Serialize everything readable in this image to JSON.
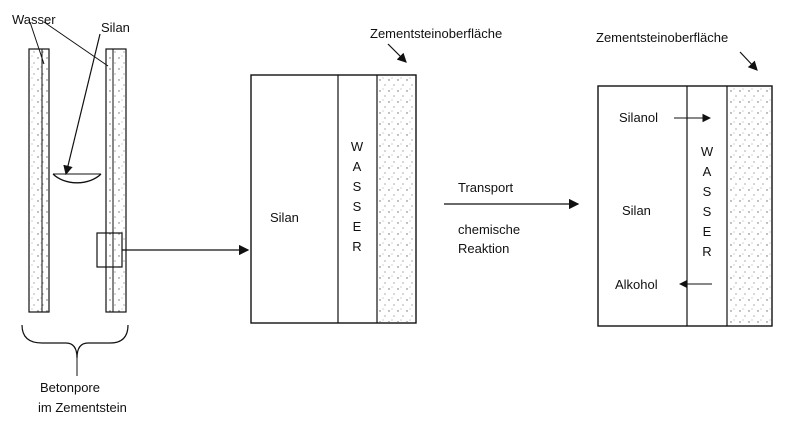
{
  "labels": {
    "wasser": "Wasser",
    "silan_top": "Silan",
    "zement_mid": "Zementsteinoberfläche",
    "zement_right": "Zementsteinoberfläche",
    "silan_mid": "Silan",
    "water_vertical_mid": "WASSER",
    "transport": "Transport",
    "chemische": "chemische",
    "reaktion": "Reaktion",
    "silanol": "Silanol",
    "silan_right": "Silan",
    "water_vertical_right": "WASSER",
    "alkohol": "Alkohol",
    "betonpore": "Betonpore",
    "im_zementstein": "im Zementstein"
  },
  "colors": {
    "line": "#111111",
    "background": "#ffffff",
    "stipple": "#666666"
  }
}
